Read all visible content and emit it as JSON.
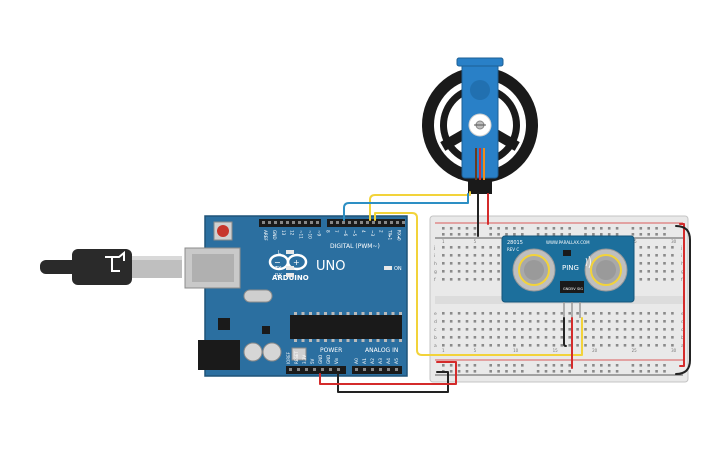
{
  "arduino": {
    "brand": "ARDUINO",
    "model": "UNO",
    "digital_label": "DIGITAL (PWM~)",
    "power_label": "POWER",
    "analog_label": "ANALOG IN",
    "led_l": "L",
    "led_tx": "TX",
    "led_rx": "RX",
    "led_on": "ON",
    "top_pins": [
      "AREF",
      "GND",
      "13",
      "12",
      "~11",
      "~10",
      "~9",
      "8",
      "7",
      "~6",
      "~5",
      "4",
      "~3",
      "2",
      "TX▸1",
      "RX◂0"
    ],
    "power_pins": [
      "IOREF",
      "RESET",
      "3.3V",
      "5V",
      "GND",
      "GND",
      "Vin"
    ],
    "analog_pins": [
      "A0",
      "A1",
      "A2",
      "A3",
      "A4",
      "A5"
    ]
  },
  "sensor": {
    "model": "28015",
    "rev": "REV C",
    "url": "WWW.PARALLAX.COM",
    "name": "PING",
    "pins": [
      "GND",
      "5V",
      "SIG"
    ]
  },
  "breadboard": {
    "columns_top": [
      "1",
      "5",
      "10",
      "15",
      "20",
      "25",
      "30"
    ],
    "rows_left": [
      "j",
      "i",
      "h",
      "g",
      "f",
      "e",
      "d",
      "c",
      "b",
      "a"
    ]
  },
  "colors": {
    "arduino_board": "#2b6fa0",
    "breadboard": "#e9e9e9",
    "wire_yellow": "#f2d33a",
    "wire_blue": "#2d8fc4",
    "wire_red": "#d42b2b",
    "wire_black": "#222222",
    "sensor_board": "#1c6f9c"
  }
}
